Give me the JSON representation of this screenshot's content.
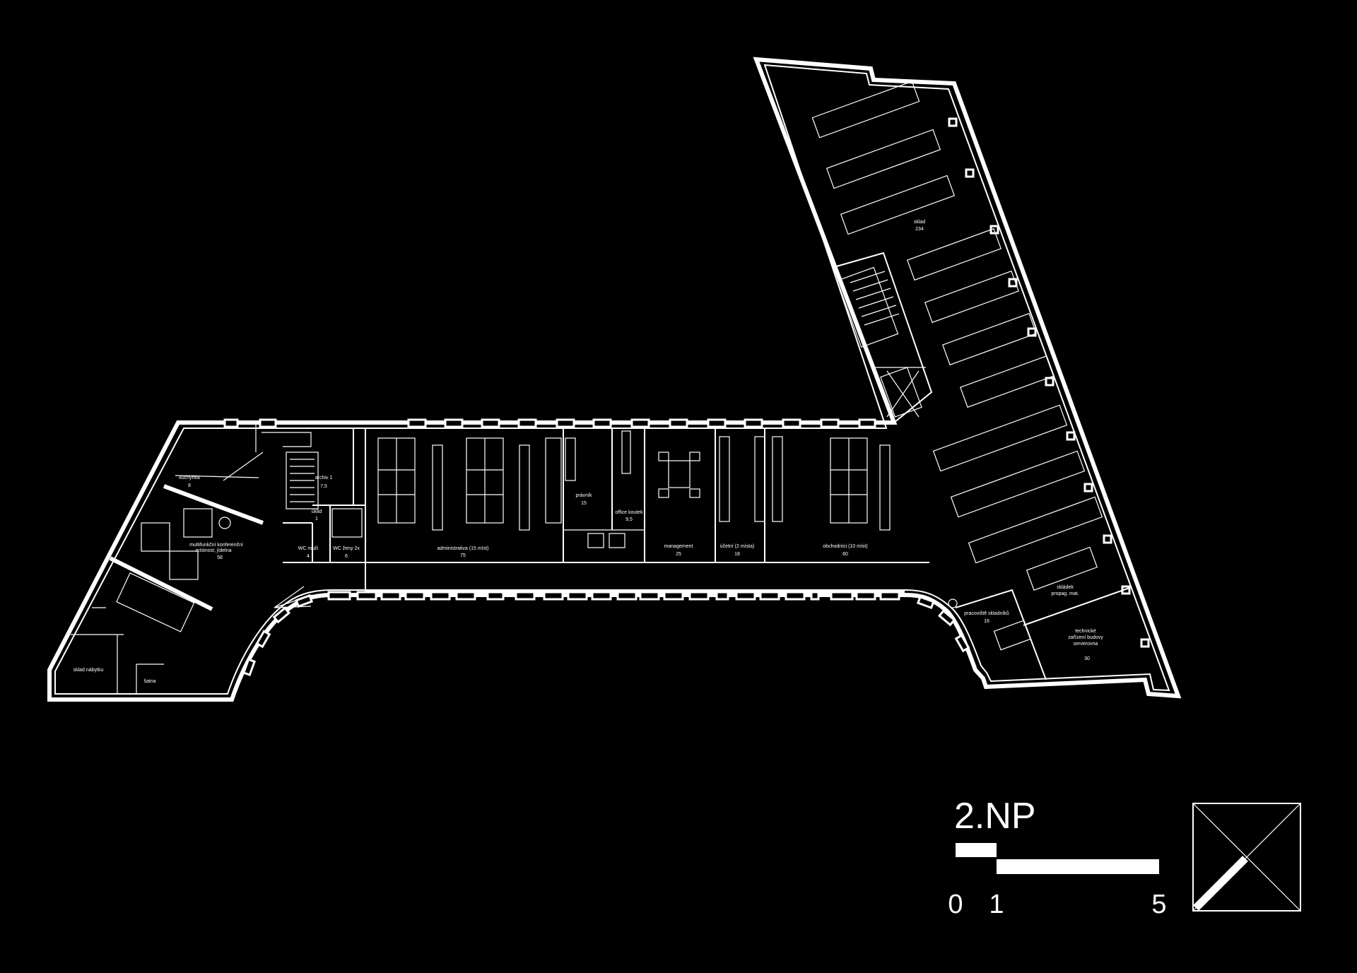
{
  "floor_label": "2.NP",
  "rooms": [
    {
      "id": "kuchynka",
      "name": "kuchyňka",
      "area": "8"
    },
    {
      "id": "multifunkcni",
      "name": "multifunkční konferenční",
      "name2": "místnost, jídelna",
      "area": "58"
    },
    {
      "id": "sklad-nabytku",
      "name": "sklad nábytku",
      "area": ""
    },
    {
      "id": "satna",
      "name": "šatna",
      "area": ""
    },
    {
      "id": "archiv",
      "name": "archiv 1",
      "area": "7,5"
    },
    {
      "id": "uklid",
      "name": "úklid",
      "area": "1"
    },
    {
      "id": "wc-muzi",
      "name": "WC muži",
      "area": "4"
    },
    {
      "id": "wc-zeny",
      "name": "WC ženy 2x",
      "area": "6"
    },
    {
      "id": "administrativa",
      "name": "administrativa (15 míst)",
      "area": "75"
    },
    {
      "id": "pravnik",
      "name": "právník",
      "area": "15"
    },
    {
      "id": "office-koutek",
      "name": "office koutek",
      "area": "9,5"
    },
    {
      "id": "management",
      "name": "management",
      "area": "25"
    },
    {
      "id": "ucetni",
      "name": "účetní (2 místa)",
      "area": "18"
    },
    {
      "id": "obchodnici",
      "name": "obchodníci (10 míst)",
      "area": "60"
    },
    {
      "id": "sklad",
      "name": "sklad",
      "area": "234"
    },
    {
      "id": "skladek",
      "name": "skládek",
      "name2": "propag. mat.",
      "area": ""
    },
    {
      "id": "pracoviste",
      "name": "pracoviště skladníků",
      "area": "16"
    },
    {
      "id": "technicke",
      "name": "technické",
      "name2": "zařízení budovy",
      "name3": "serverovna",
      "area": "30"
    }
  ],
  "scale_bar": {
    "labels": [
      "0",
      "1",
      "5"
    ]
  },
  "colors": {
    "background": "#000000",
    "lines": "#ffffff"
  }
}
